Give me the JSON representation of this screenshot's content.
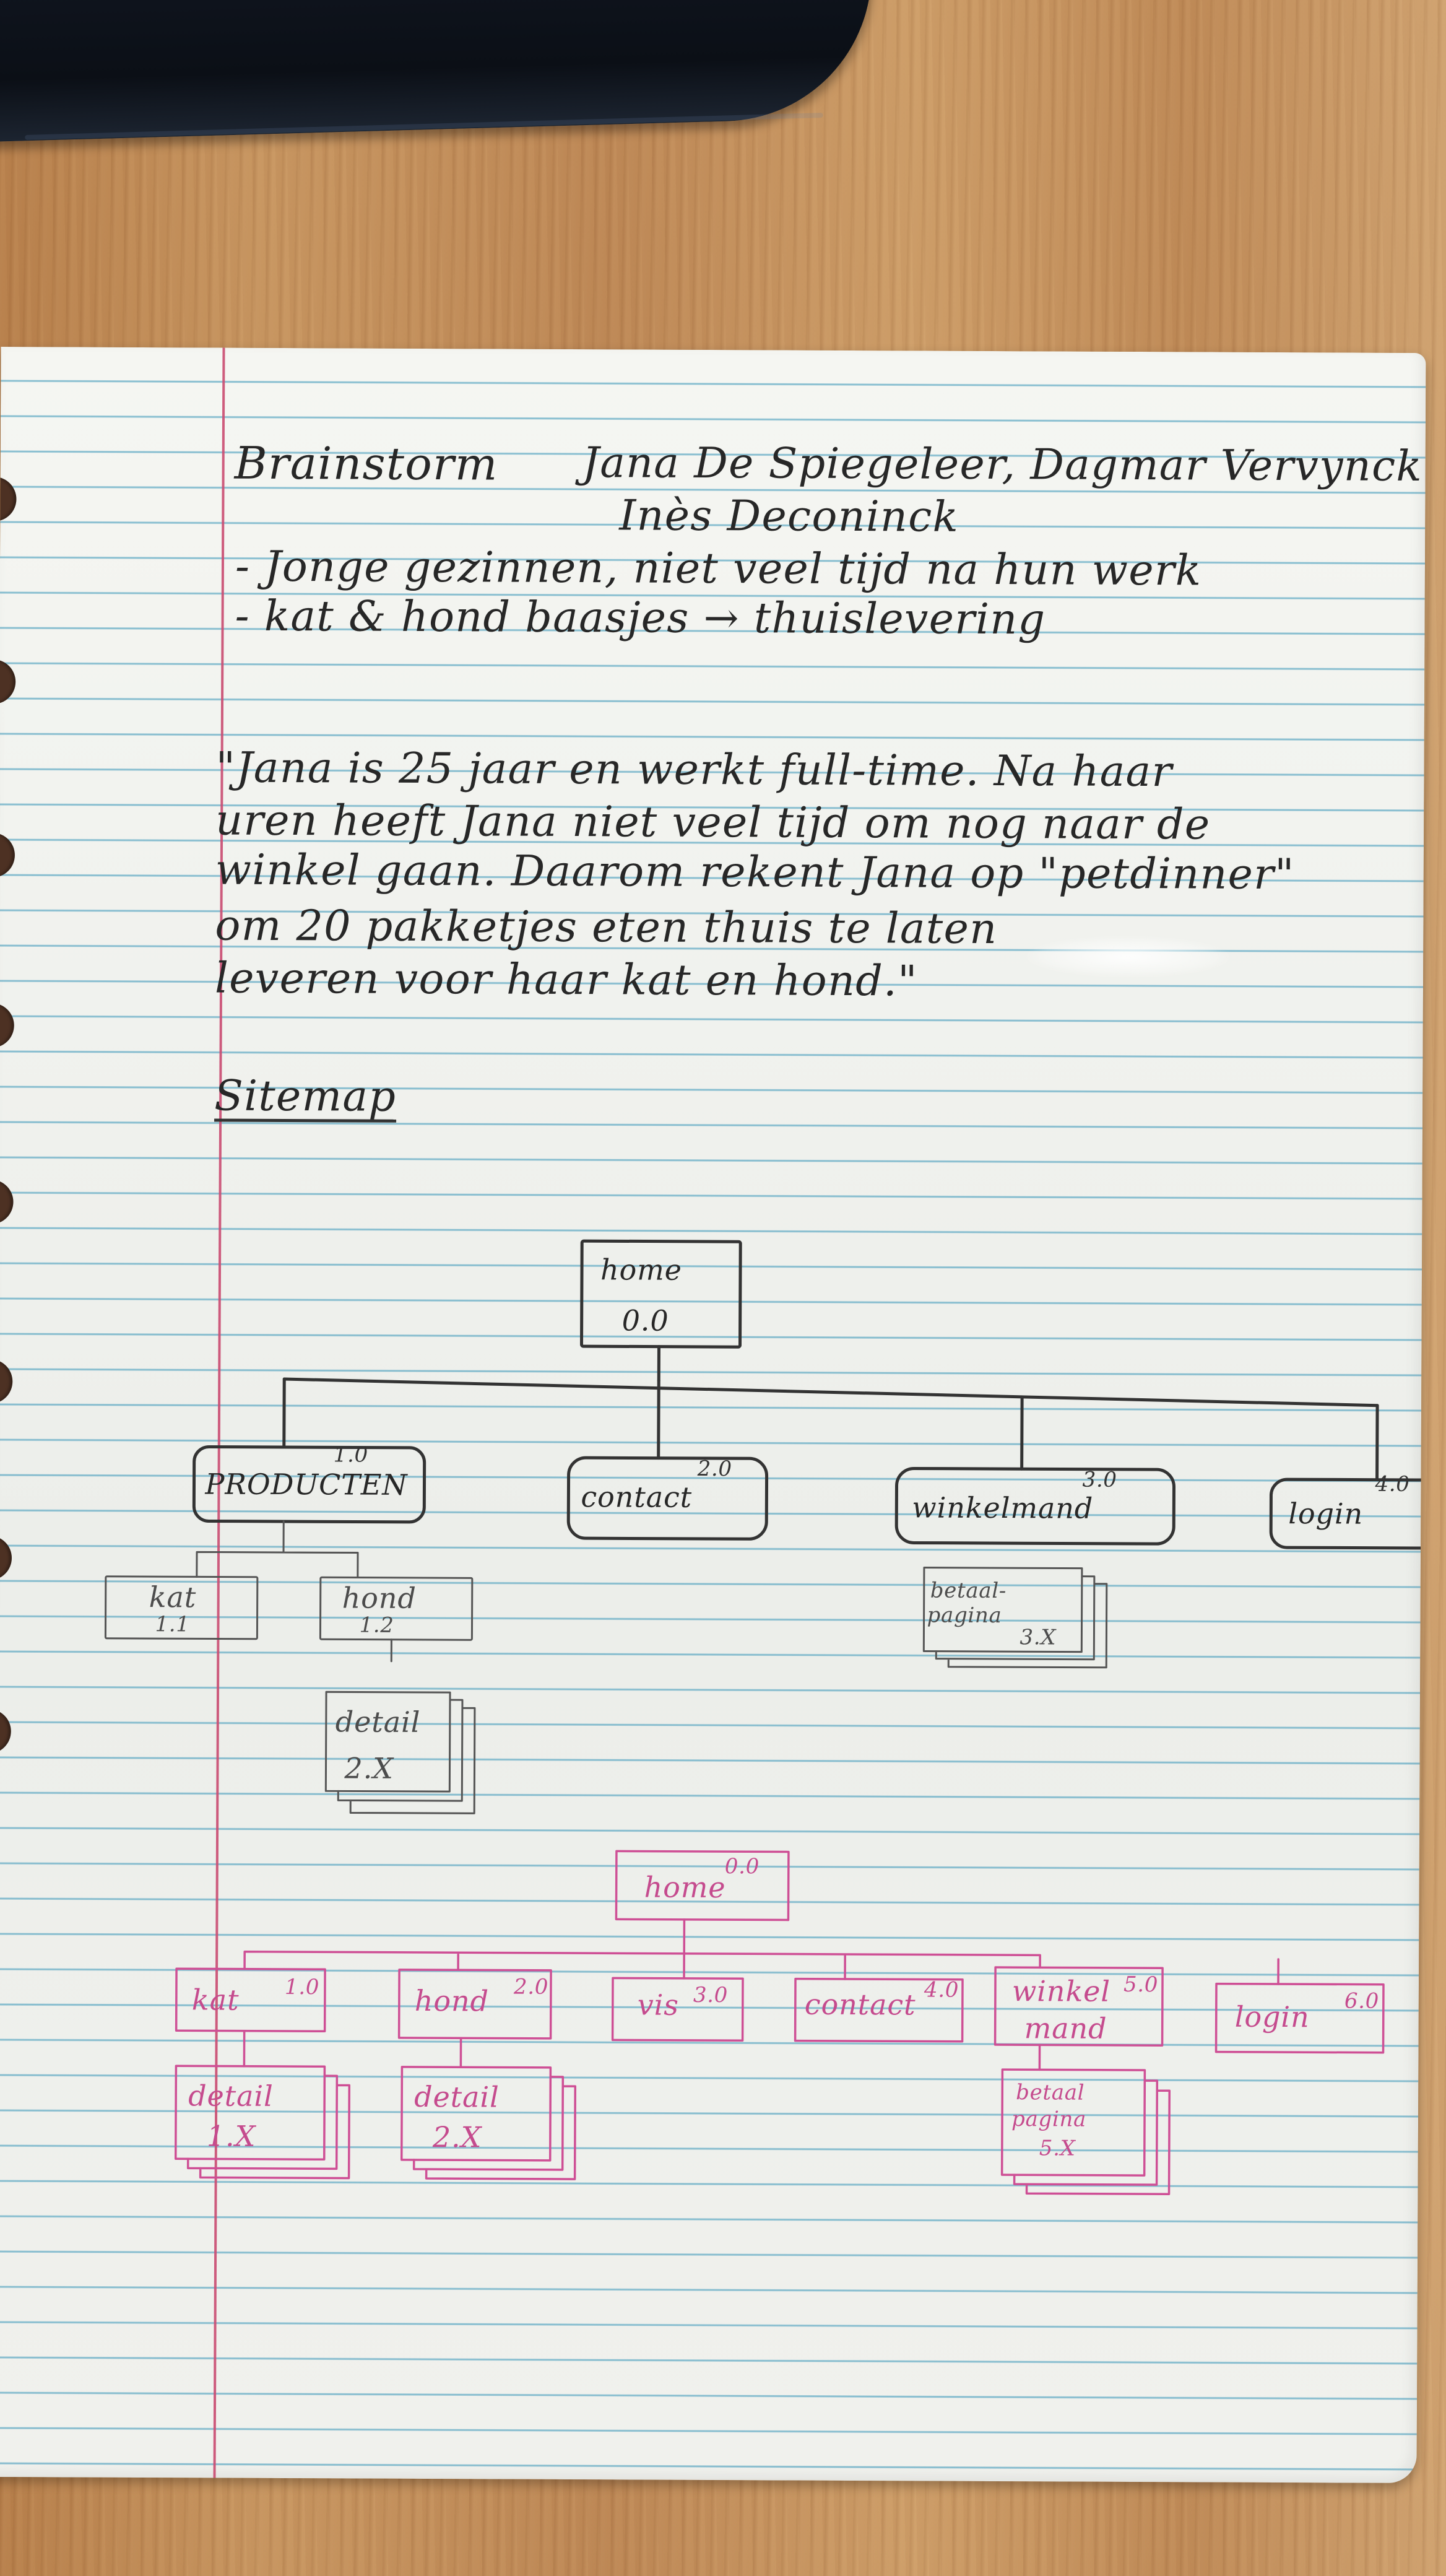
{
  "header": {
    "title": "Brainstorm",
    "authors_line_1": "Jana De Spiegeleer, Dagmar Vervynck",
    "authors_line_2": "Inès Deconinck"
  },
  "notes": {
    "bullet_1": "- Jonge gezinnen, niet veel tijd na hun werk",
    "bullet_2": "- kat & hond baasjes → thuislevering",
    "persona_lines": [
      "\"Jana is 25 jaar en werkt full-time. Na haar",
      "uren heeft Jana niet veel tijd om nog naar de",
      "winkel gaan. Daarom rekent Jana op \"petdinner\"",
      "om 20 pakketjes eten thuis te laten",
      "leveren voor haar kat en hond.\""
    ],
    "sitemap_label": "Sitemap"
  },
  "black_sitemap": {
    "home": {
      "label": "home",
      "number": "0.0"
    },
    "producten": {
      "label": "PRODUCTEN",
      "number": "1.0"
    },
    "contact": {
      "label": "contact",
      "number": "2.0"
    },
    "winkelmand": {
      "label": "winkelmand",
      "number": "3.0"
    },
    "login": {
      "label": "login",
      "number": "4.0"
    },
    "kat": {
      "label": "kat",
      "number": "1.1"
    },
    "hond": {
      "label": "hond",
      "number": "1.2"
    },
    "detail": {
      "label": "detail",
      "number": "2.X"
    },
    "betaalpagina": {
      "label_line_1": "betaal-",
      "label_line_2": "pagina",
      "number": "3.X"
    }
  },
  "pink_sitemap": {
    "home": {
      "label": "home",
      "number": "0.0"
    },
    "kat": {
      "label": "kat",
      "number": "1.0"
    },
    "hond": {
      "label": "hond",
      "number": "2.0"
    },
    "vis": {
      "label": "vis",
      "number": "3.0"
    },
    "contact": {
      "label": "contact",
      "number": "4.0"
    },
    "winkelmand": {
      "label_line_1": "winkel",
      "label_line_2": "mand",
      "number": "5.0"
    },
    "login": {
      "label": "login",
      "number": "6.0"
    },
    "detail_1": {
      "label": "detail",
      "number": "1.X"
    },
    "detail_2": {
      "label": "detail",
      "number": "2.X"
    },
    "betaalpagina": {
      "label_line_1": "betaal",
      "label_line_2": "pagina",
      "number": "5.X"
    }
  },
  "colors": {
    "ink": "#333333",
    "pink": "#ce4f95",
    "margin": "#ca4e73",
    "rule_line": "#4da0be"
  }
}
